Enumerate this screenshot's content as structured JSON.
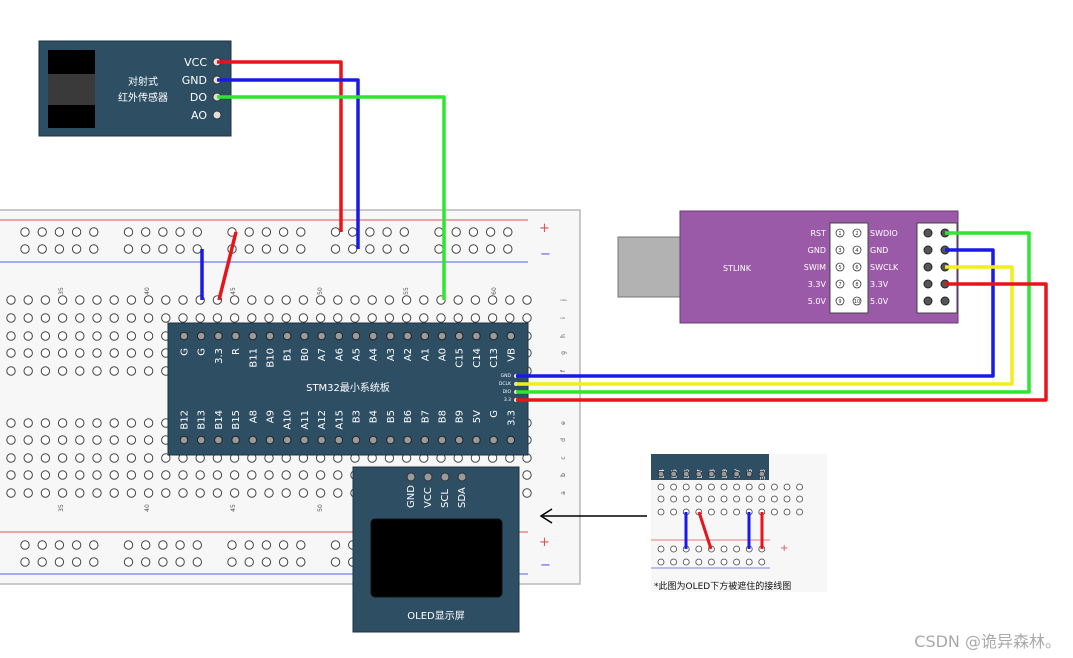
{
  "sensor": {
    "name_line1": "对射式",
    "name_line2": "红外传感器",
    "pins": [
      "VCC",
      "GND",
      "DO",
      "AO"
    ]
  },
  "stlink": {
    "name": "STLINK",
    "left_pins": [
      "RST",
      "GND",
      "SWIM",
      "3.3V",
      "5.0V"
    ],
    "left_nums": [
      "1",
      "3",
      "5",
      "7",
      "9"
    ],
    "right_nums": [
      "2",
      "4",
      "6",
      "8",
      "10"
    ],
    "right_pins": [
      "SWDIO",
      "GND",
      "SWCLK",
      "3.3V",
      "5.0V"
    ]
  },
  "stm32": {
    "name": "STM32最小系统板",
    "top_pins": [
      "G",
      "G",
      "3.3",
      "R",
      "B11",
      "B10",
      "B1",
      "B0",
      "A7",
      "A6",
      "A5",
      "A4",
      "A3",
      "A2",
      "A1",
      "A0",
      "C15",
      "C14",
      "C13",
      "VB"
    ],
    "bottom_pins": [
      "B12",
      "B13",
      "B14",
      "B15",
      "A8",
      "A9",
      "A10",
      "A11",
      "A12",
      "A15",
      "B3",
      "B4",
      "B5",
      "B6",
      "B7",
      "B8",
      "B9",
      "5V",
      "G",
      "3.3"
    ],
    "side_pins": [
      "GND",
      "DCLK",
      "DIO",
      "3.3"
    ]
  },
  "oled": {
    "name": "OLED显示屏",
    "pins": [
      "GND",
      "VCC",
      "SCL",
      "SDA"
    ]
  },
  "breadboard": {
    "col_numbers_top": [
      "35",
      "40",
      "45",
      "50",
      "55",
      "60"
    ],
    "col_numbers_bottom": [
      "35",
      "40",
      "45",
      "50"
    ],
    "row_letters_top": [
      "j",
      "i",
      "h",
      "g",
      "f"
    ],
    "row_letters_bottom": [
      "e",
      "d",
      "c",
      "b",
      "a"
    ],
    "plus": "+",
    "minus": "−"
  },
  "inset": {
    "pins": [
      "B4",
      "B5",
      "B6",
      "B7",
      "B8",
      "B9",
      "5V",
      "G",
      "3.3"
    ],
    "caption": "*此图为OLED下方被遮住的接线图"
  },
  "watermark": "CSDN @诡异森林。",
  "colors": {
    "red": "#e8141c",
    "blue": "#1a1ae6",
    "green": "#2ee62e",
    "yellow": "#f2ee1a",
    "board": "#2e4e64",
    "stlink": "#9b5aa8"
  }
}
